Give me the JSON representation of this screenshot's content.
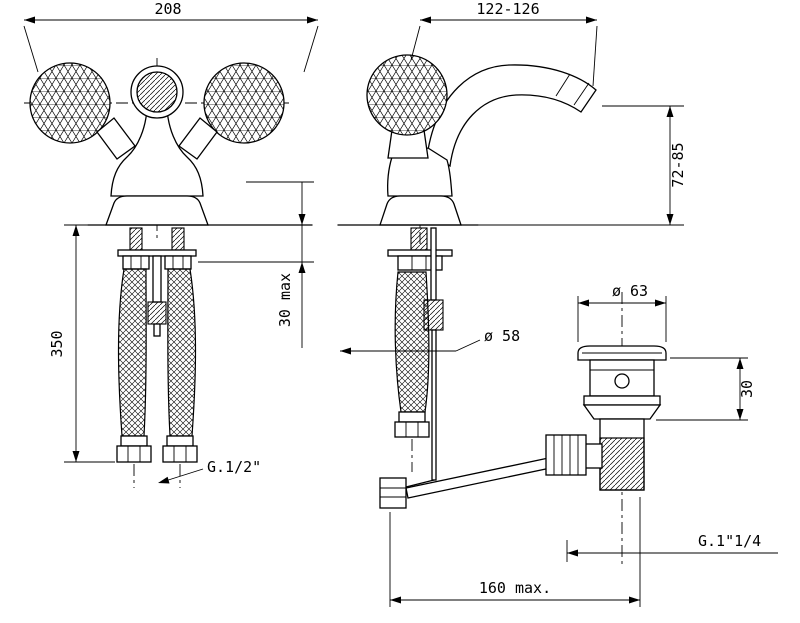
{
  "page": {
    "background": "#ffffff",
    "line_color": "#000000"
  },
  "drawing": {
    "dimensions": {
      "overall_width": "208",
      "front_hose_length": "350",
      "front_supply_thread": "G.1/2\"",
      "depth_range": "122-126",
      "spout_height_range": "72-85",
      "deck_thickness_max": "30 max",
      "base_diameter": "ø 58",
      "waste_flange_diameter": "ø 63",
      "waste_flange_height": "30",
      "waste_thread": "G.1\"1/4",
      "control_rod_reach_max": "160 max."
    }
  }
}
